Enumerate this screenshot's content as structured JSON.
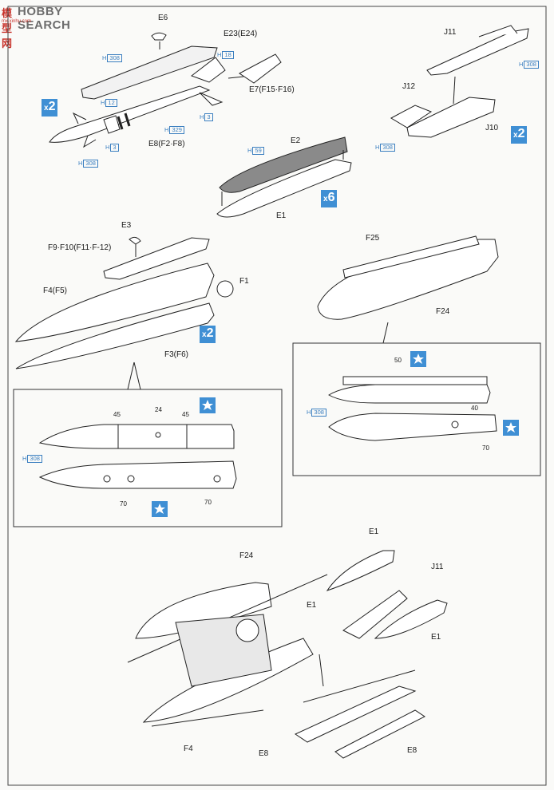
{
  "watermark": {
    "cjk": "模型网",
    "name": "HOBBY SEARCH",
    "url": "mx.xinhu.com"
  },
  "labels": {
    "e6": "E6",
    "e23": "E23(E24)",
    "e7": "E7(F15·F16)",
    "e8a": "E8(F2·F8)",
    "j11": "J11",
    "j12": "J12",
    "j10": "J10",
    "e2": "E2",
    "e1a": "E1",
    "e3": "E3",
    "f9": "F9·F10(F11·F-12)",
    "f4f5": "F4(F5)",
    "f1": "F1",
    "f3f6": "F3(F6)",
    "f25": "F25",
    "f24": "F24",
    "e1b": "E1",
    "j11b": "J11",
    "e1c": "E1",
    "e1d": "E1",
    "f24b": "F24",
    "f4": "F4",
    "e8b": "E8",
    "e8c": "E8"
  },
  "paint_refs": {
    "h308a": {
      "prefix": "H",
      "code": "308"
    },
    "h18": {
      "prefix": "H",
      "code": "18"
    },
    "h12": {
      "prefix": "H",
      "code": "12"
    },
    "h3a": {
      "prefix": "H",
      "code": "3"
    },
    "h329": {
      "prefix": "H",
      "code": "329"
    },
    "h3b": {
      "prefix": "H",
      "code": "3"
    },
    "h308b": {
      "prefix": "H",
      "code": "308"
    },
    "h308c": {
      "prefix": "H",
      "code": "308"
    },
    "h308d": {
      "prefix": "H",
      "code": "308"
    },
    "h59": {
      "prefix": "H",
      "code": "59"
    },
    "h308e": {
      "prefix": "H",
      "code": "308"
    },
    "h308f": {
      "prefix": "H",
      "code": "308"
    }
  },
  "multipliers": {
    "m1": "2",
    "m2": "2",
    "m3": "6",
    "m4": "2",
    "x": "x"
  },
  "decal_numbers": {
    "d45a": "45",
    "d24": "24",
    "d45b": "45",
    "d70a": "70",
    "d70b": "70",
    "d50": "50",
    "d40": "40",
    "d70c": "70"
  },
  "colors": {
    "accent_blue": "#3f8fd4",
    "paint_text": "#3b7fc0",
    "ink": "#1a1a1a",
    "gray_part": "#8a8a8a"
  }
}
